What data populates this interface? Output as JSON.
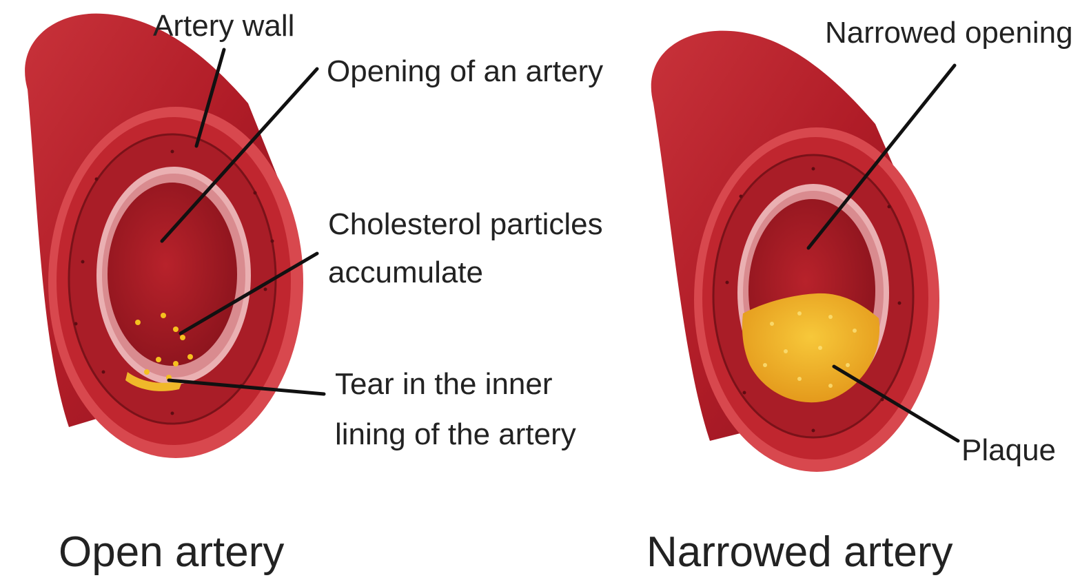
{
  "colors": {
    "outer_wall": "#b81d28",
    "outer_wall_shade": "#8e1520",
    "media": "#c92b32",
    "lining": "#e8a2a6",
    "lumen": "#a61a23",
    "plaque": "#f0b82a",
    "particles": "#f5c01f"
  },
  "open": {
    "caption": "Open artery",
    "labels": {
      "artery_wall": "Artery wall",
      "opening": "Opening of an artery",
      "cholesterol_1": "Cholesterol particles",
      "cholesterol_2": "accumulate",
      "tear_1": "Tear in the inner",
      "tear_2": "lining of the artery"
    }
  },
  "narrowed": {
    "caption": "Narrowed artery",
    "labels": {
      "narrowed_opening": "Narrowed opening",
      "plaque": "Plaque"
    }
  }
}
